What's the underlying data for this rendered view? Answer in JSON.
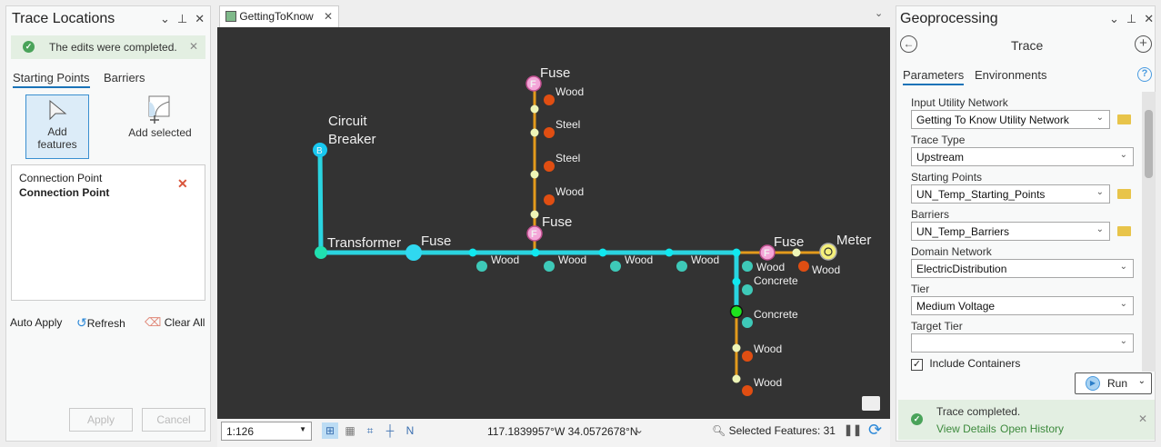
{
  "left_panel": {
    "title": "Trace Locations",
    "banner": "The edits were completed.",
    "tabs": [
      "Starting Points",
      "Barriers"
    ],
    "add_features": [
      "Add",
      "features"
    ],
    "add_selected": "Add selected",
    "list_items": [
      {
        "line1": "Connection Point",
        "line2": "Connection Point"
      }
    ],
    "auto_apply": "Auto Apply",
    "refresh": "Refresh",
    "clear_all": "Clear All",
    "apply": "Apply",
    "cancel": "Cancel"
  },
  "map": {
    "tab": "GettingToKnow",
    "labels": {
      "circuit_breaker": [
        "Circuit",
        "Breaker"
      ],
      "transformer": "Transformer",
      "fuse": "Fuse",
      "meter": "Meter",
      "wood": "Wood",
      "steel": "Steel",
      "concrete": "Concrete",
      "fuse_glyph": "F",
      "breaker_glyph": "B"
    },
    "colors": {
      "traced": "#2ad4e0",
      "untraced": "#e39a1c",
      "pole_teal": "#3ec9b8",
      "pole_orange": "#e04e12",
      "fuse": "#f4a6d8",
      "meter": "#f5f07a",
      "start": "#1ee31e",
      "bg": "#333333"
    }
  },
  "status_bar": {
    "scale": "1:126",
    "coords": "117.1839957°W 34.0572678°N",
    "selected": "Selected Features: 31"
  },
  "right_panel": {
    "title": "Geoprocessing",
    "tool": "Trace",
    "tabs": [
      "Parameters",
      "Environments"
    ],
    "params": [
      {
        "label": "Input Utility Network",
        "value": "Getting To Know Utility Network"
      },
      {
        "label": "Trace Type",
        "value": "Upstream"
      },
      {
        "label": "Starting Points",
        "value": "UN_Temp_Starting_Points"
      },
      {
        "label": "Barriers",
        "value": "UN_Temp_Barriers"
      },
      {
        "label": "Domain Network",
        "value": "ElectricDistribution"
      },
      {
        "label": "Tier",
        "value": "Medium Voltage"
      },
      {
        "label": "Target Tier",
        "value": ""
      }
    ],
    "include_containers": "Include Containers",
    "include_containers_checked": true,
    "run": "Run",
    "banner": "Trace completed.",
    "view_details": "View Details",
    "open_history": "Open History"
  }
}
